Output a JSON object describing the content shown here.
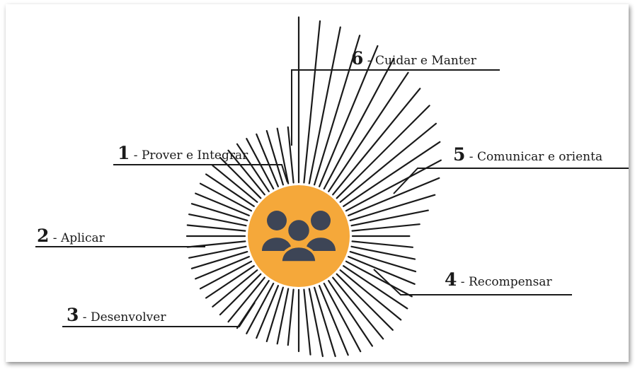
{
  "center": {
    "icon": "group-of-people-icon",
    "circle_color": "#F5A83A",
    "icon_color": "#3D4556"
  },
  "ray_color": "#1a1a1a",
  "items": [
    {
      "number": "1",
      "text": " - Prover e Integrar"
    },
    {
      "number": "2",
      "text": " - Aplicar"
    },
    {
      "number": "3",
      "text": " - Desenvolver"
    },
    {
      "number": "4",
      "text": " - Recompensar"
    },
    {
      "number": "5",
      "text": " - Comunicar e orienta"
    },
    {
      "number": "6",
      "text": " - Cuidar e Manter"
    }
  ]
}
